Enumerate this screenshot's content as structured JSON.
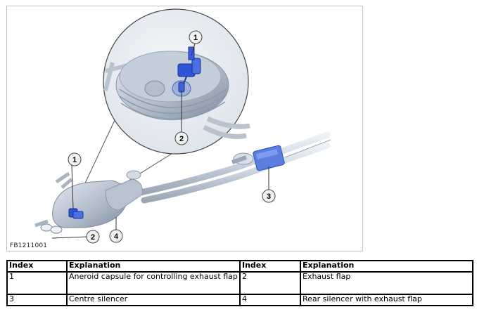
{
  "figure": {
    "id_label": "FB1211001",
    "callouts": [
      "1",
      "2",
      "1",
      "2",
      "3",
      "4"
    ]
  },
  "legend_table": {
    "headers": [
      "Index",
      "Explanation",
      "Index",
      "Explanation"
    ],
    "rows": [
      [
        "1",
        "Aneroid capsule for controlling exhaust flap",
        "2",
        "Exhaust flap"
      ],
      [
        "3",
        "Centre silencer",
        "4",
        "Rear silencer with exhaust flap"
      ]
    ]
  },
  "colors": {
    "pipe": "#c9d3de",
    "silencer": "#aeb9c8",
    "actuator_blue": "#2f54d6",
    "silencer_blue": "#5a7fe0",
    "frame": "#b3c3d3"
  }
}
